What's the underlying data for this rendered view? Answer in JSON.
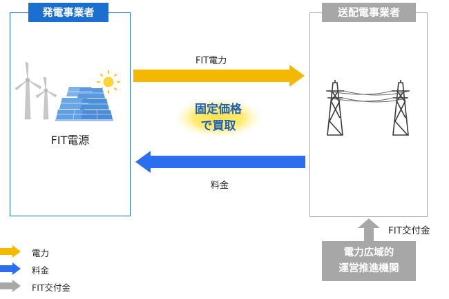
{
  "generator": {
    "tag": "発電事業者",
    "source_label": "FIT電源"
  },
  "grid_operator": {
    "tag": "送配電事業者"
  },
  "flows": {
    "power_label": "FIT電力",
    "payment_label": "料金",
    "fixed_price_line1": "固定価格",
    "fixed_price_line2": "で買取",
    "subsidy_label": "FIT交付金"
  },
  "occto": {
    "line1": "電力広域的",
    "line2": "運営推進機関"
  },
  "legend": [
    {
      "label": "電力",
      "color": "#f5b800"
    },
    {
      "label": "料金",
      "color": "#2b6ff0"
    },
    {
      "label": "FIT交付金",
      "color": "#a8a8a8"
    }
  ],
  "colors": {
    "blue": "#1a6fd0",
    "gray": "#a7a7a7",
    "yellow": "#f5b800",
    "arrow_blue": "#2b6ff0"
  }
}
